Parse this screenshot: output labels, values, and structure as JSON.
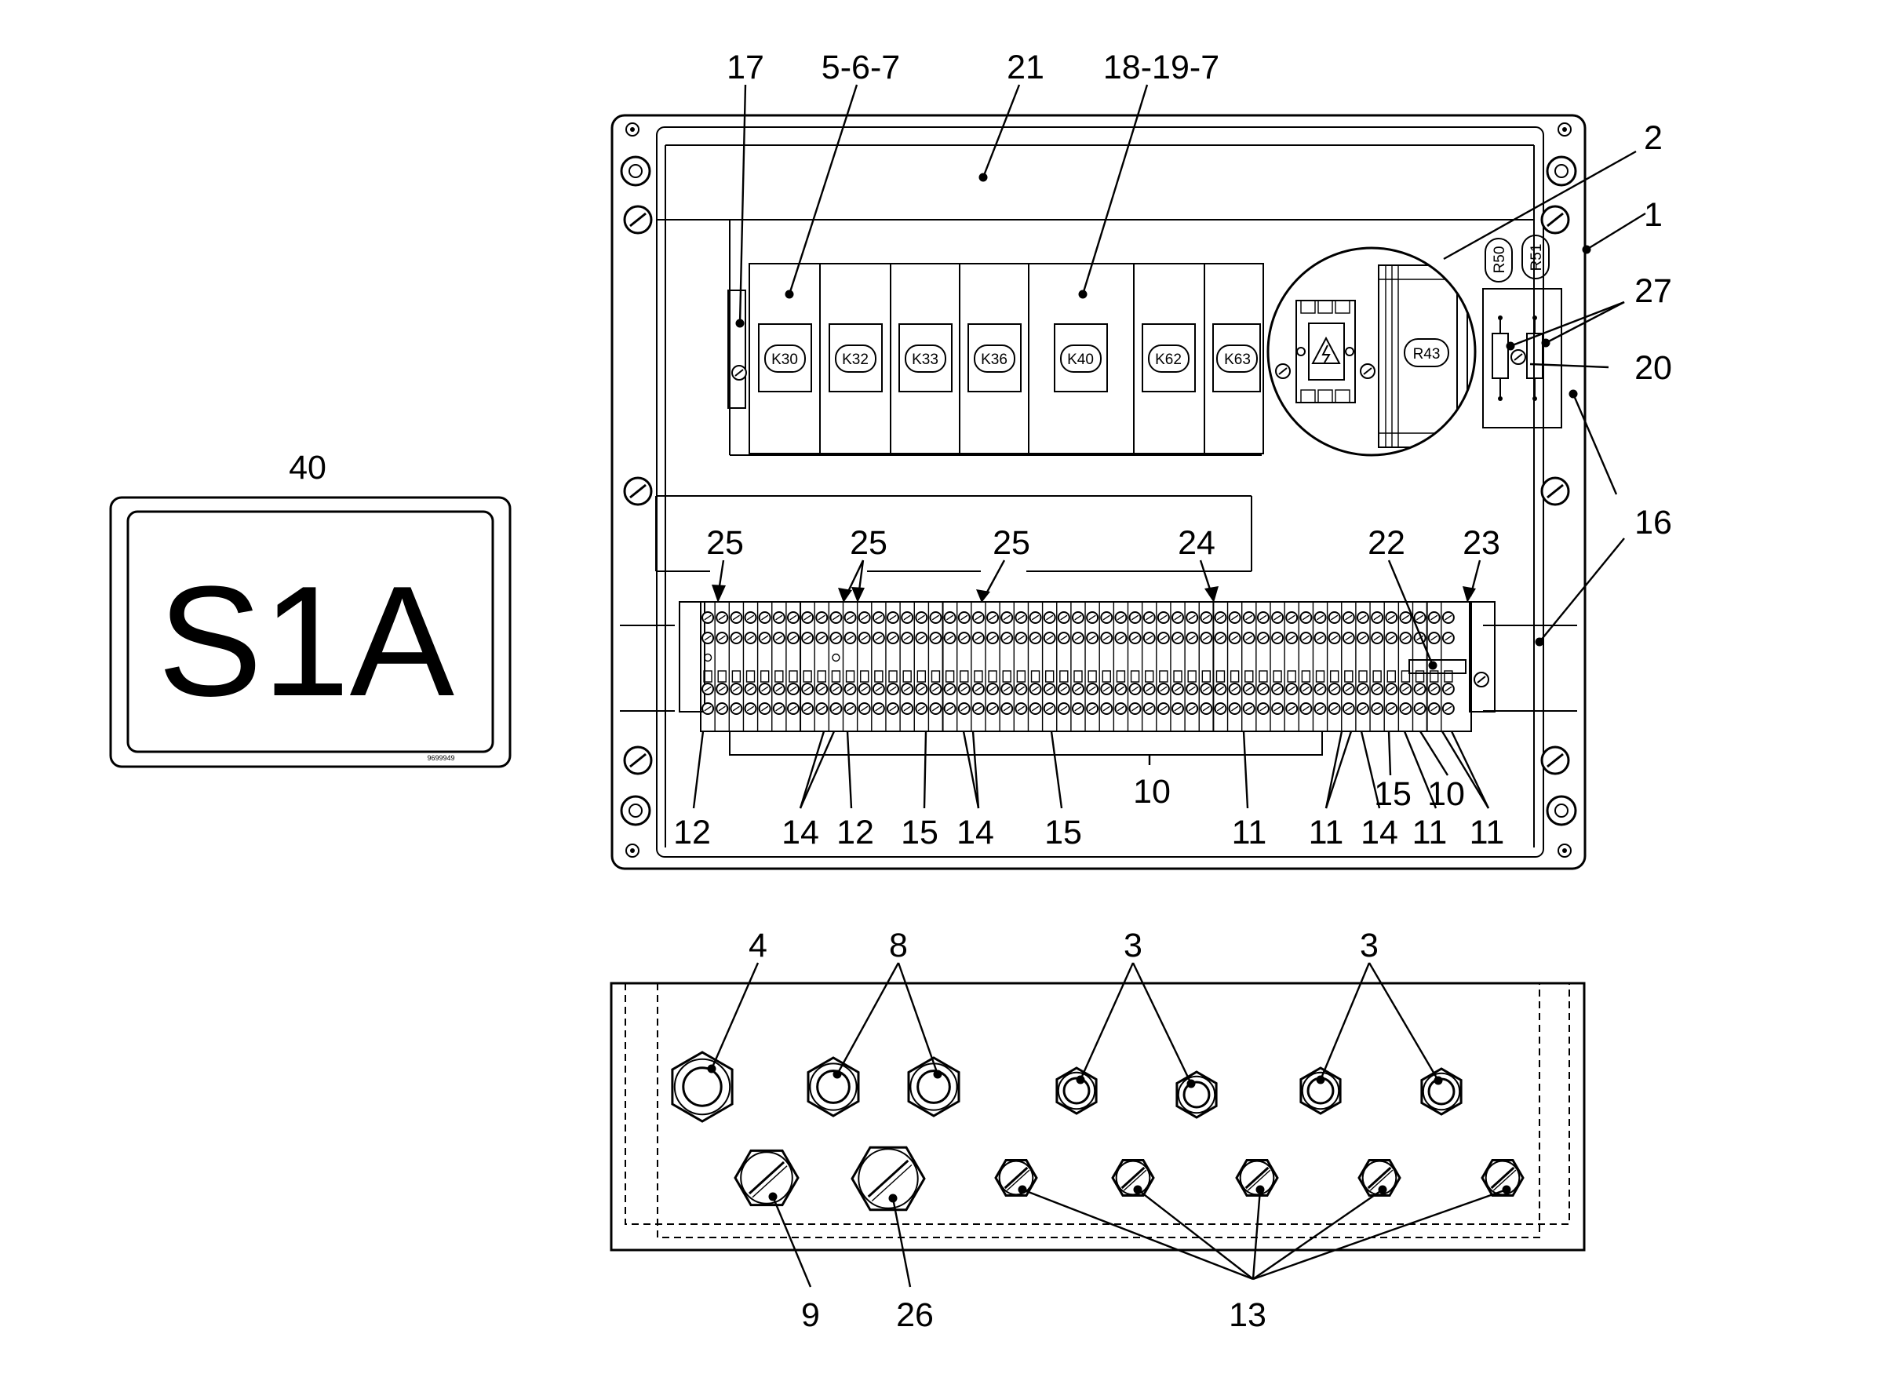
{
  "label_plate": {
    "callout": "40",
    "text": "S1A",
    "code": "9699949"
  },
  "components": {
    "contactors": [
      "K30",
      "K32",
      "K33",
      "K36",
      "K40",
      "K62",
      "K63"
    ],
    "resistor": "R43",
    "relays": [
      "R50",
      "R51"
    ]
  },
  "callouts_top": {
    "c17": "17",
    "c567": "5-6-7",
    "c21": "21",
    "c18197": "18-19-7",
    "c2": "2",
    "c1": "1",
    "c27": "27",
    "c20": "20",
    "c16": "16",
    "c25a": "25",
    "c25b": "25",
    "c25c": "25",
    "c24": "24",
    "c22": "22",
    "c23": "23",
    "c10": "10",
    "c12a": "12",
    "c14a": "14",
    "c12b": "12",
    "c15a": "15",
    "c14b": "14",
    "c15b": "15",
    "c11a": "11",
    "c11b": "11",
    "c14c": "14",
    "c15c": "15",
    "c10b": "10",
    "c11c": "11",
    "c11d": "11"
  },
  "callouts_bottom": {
    "c4": "4",
    "c8": "8",
    "c3a": "3",
    "c3b": "3",
    "c9": "9",
    "c26": "26",
    "c13": "13"
  },
  "colors": {
    "ink": "#000000",
    "paper": "#ffffff"
  }
}
